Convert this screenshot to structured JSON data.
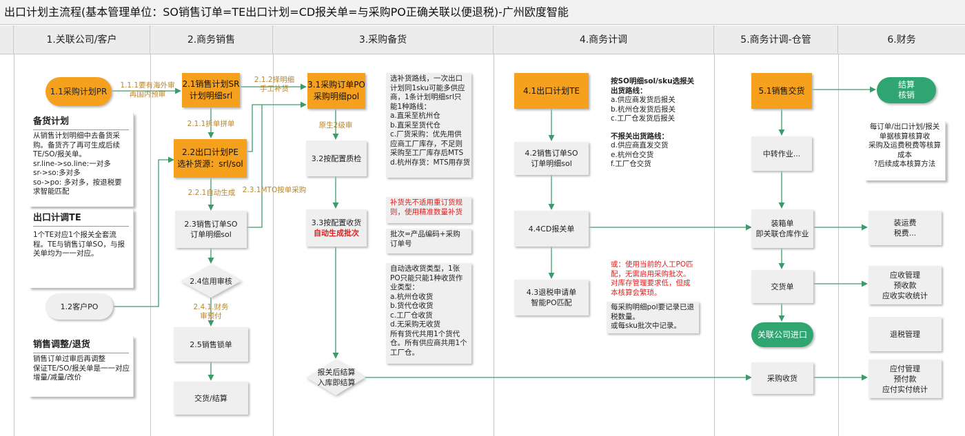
{
  "title": "出口计划主流程(基本管理单位：SO销售订单=TE出口计划=CD报关单=与采购PO正确关联以便退税)-广州欧度智能",
  "lanes": [
    "1.关联公司/客户",
    "2.商务销售",
    "3.采购备货",
    "4.商务计调",
    "5.商务计调-仓管",
    "6.财务"
  ],
  "nodes": {
    "n11": "1.1采购计划PR",
    "n12": "1.2客户PO",
    "n21": [
      "2.1销售计划SR",
      "计划明细srl"
    ],
    "n22": [
      "2.2出口计划PE",
      "选补货源：srl/sol"
    ],
    "n23": [
      "2.3销售订单SO",
      "订单明细sol"
    ],
    "n24": "2.4信用审核",
    "n25": "2.5销售锁单",
    "n26": "交货/结算",
    "n31": [
      "3.1采购订单PO",
      "采购明细pol"
    ],
    "n32": "3.2按配置质检",
    "n33": [
      "3.3按配置收货",
      "自动生成批次"
    ],
    "n34": [
      "报关后结算",
      "入库即结算"
    ],
    "n41": "4.1出口计划TE",
    "n42": [
      "4.2销售订单SO",
      "订单明细sol"
    ],
    "n44": "4.4CD报关单",
    "n43": [
      "4.3退税申请单",
      "智能PO匹配"
    ],
    "n51": "5.1销售交货",
    "n52": "中转作业...",
    "n53": [
      "装箱单",
      "即关联仓库作业"
    ],
    "n54": "交货单",
    "n55": "关联公司进口",
    "n56": "采购收货",
    "n61": [
      "结算",
      "核销"
    ],
    "n62": [
      "装运费",
      "税费..."
    ],
    "n63": [
      "应收管理",
      "预收款",
      "应收实收统计"
    ],
    "n64": "退税管理",
    "n65": [
      "应付管理",
      "预付款",
      "应付实付统计"
    ]
  },
  "edge_labels": {
    "e111": [
      "1.1.1要有海外审",
      "再国内预审"
    ],
    "e211": "2.1.1拆单拼单",
    "e212": [
      "2.1.2择明细",
      "手工补货"
    ],
    "e221": "2.2.1自动生成",
    "e231": "2.3.1MTO按单采购",
    "e241": [
      "2.4.1.财务",
      "审预付"
    ],
    "e_audit": "原生2级审"
  },
  "notes": {
    "stock_plan": {
      "title": "备货计划",
      "lines": [
        "从销售计划明细中去备货采购。备货齐了再可生成后续TE/SO/报关单。",
        "sr.line->so.line:一对多",
        "sr->so:多对多",
        "so->po: 多对多，按退税要求智能匹配"
      ]
    },
    "export_te": {
      "title": "出口计调TE",
      "lines": [
        "1个TE对应1个报关全套流程。TE与销售订单SO，与报关单均为一一对应。"
      ]
    },
    "sales_adjust": {
      "title": "销售调整/退货",
      "lines": [
        "销售订单过审后再调整",
        "保证TE/SO/报关单是一一对应",
        "增量/减量/改价"
      ]
    },
    "route": {
      "lines": [
        "选补货路线，一次出口计划同1sku可能多供应商，1条计划明细srl只能1种路线：",
        "a.直采至杭州仓",
        "b.直采至货代仓",
        "c.厂货采购：优先用供应商工厂库存，不足则采购至工厂库存后MTS",
        "d.杭州存货：MTS用存货"
      ]
    },
    "replenish": {
      "lines": [
        "补货先不适用重订货规则，使用精准数量补货"
      ]
    },
    "batch": {
      "lines": [
        "批次=产品编码+采购订单号"
      ]
    },
    "receipt_type": {
      "lines": [
        "自动选收货类型，1张PO只能只能1种收货作业类型：",
        "a.杭州仓收货",
        "b.货代仓收货",
        "c.工厂仓收货",
        "d.无采购无收货",
        "所有货代共用1个货代仓。所有供应商共用1个工厂仓。"
      ]
    },
    "select_decl": {
      "title": "按SO明细sol/sku选报关",
      "sub": "出货路线：",
      "lines": [
        "a.供应商发货后报关",
        "b.杭州仓发货后报关",
        "c.工厂仓发货后报关"
      ],
      "title2": "不报关出货路线：",
      "lines2": [
        "d.供应商直发交货",
        "e.杭州仓交货",
        "f.工厂仓交货"
      ]
    },
    "manual_po": {
      "lines": [
        "或：使用当前的人工PO匹配，无需启用采购批次。对库存管理要求低，但成本核算会繁琐。"
      ]
    },
    "pol_record": {
      "lines": [
        "每采购明细pol要记录已退税数量。",
        "或每sku批次中记录。"
      ]
    },
    "finance": {
      "lines": [
        "每订单/出口计划/报关单据核算核算收",
        "采购及运费税费等核算成本",
        "?后续成本核算方法"
      ]
    }
  }
}
